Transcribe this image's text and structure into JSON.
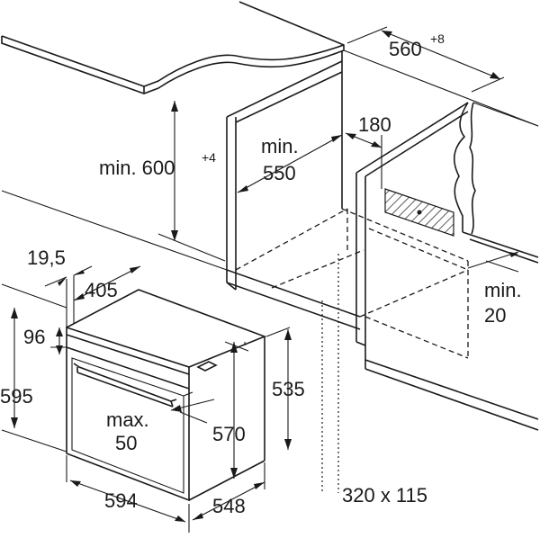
{
  "diagram": {
    "cabinet": {
      "width_label": "560",
      "width_tol": "+8",
      "height_label_1": "min. 600",
      "height_tol": "+4",
      "depth_label_1": "min.",
      "depth_label_2": "550",
      "vent_depth": "180",
      "rear_gap_1": "min.",
      "rear_gap_2": "20",
      "cutout": "320 x 115"
    },
    "oven": {
      "offset": "19,5",
      "top_depth": "405",
      "panel_height": "96",
      "front_height": "595",
      "body_height_front": "535",
      "body_height": "570",
      "handle_1": "max.",
      "handle_2": "50",
      "front_width": "594",
      "side_depth": "548"
    }
  }
}
